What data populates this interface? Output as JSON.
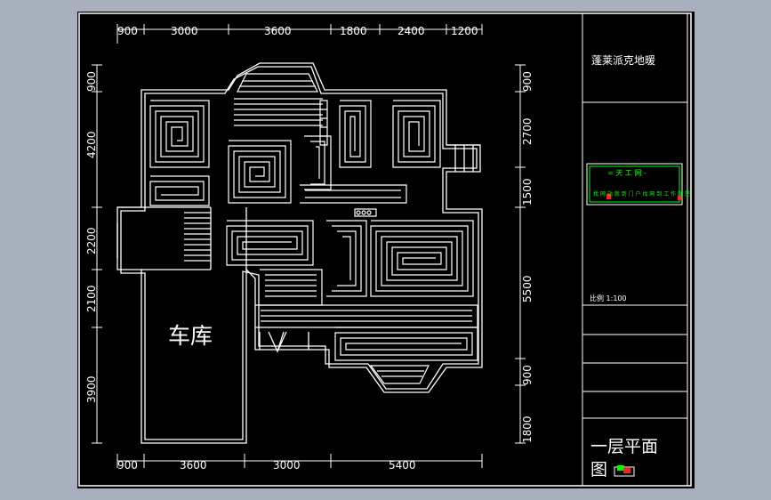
{
  "drawing": {
    "dims_top": [
      "900",
      "3000",
      "3600",
      "1800",
      "2400",
      "1200"
    ],
    "dims_bottom": [
      "900",
      "3600",
      "3000",
      "5400"
    ],
    "dims_left": [
      "900",
      "4200",
      "2200",
      "2100",
      "3900"
    ],
    "dims_right": [
      "900",
      "2700",
      "1500",
      "5500",
      "900",
      "1800"
    ],
    "garage_label": "车库"
  },
  "title_block": {
    "company": "蓬莱派克地暖",
    "stamp_title": "= 天 工 网 -",
    "stamp_line": "找 网 站 就 到 门 户  找 网 到 工 作 就 是",
    "scale": "比例  1:100",
    "drawing_title": "一层平面图"
  },
  "colors": {
    "background": "#000000",
    "frame_bg": "#a7b0bc",
    "line": "#ffffff",
    "stamp_green": "#00ff00",
    "stamp_red": "#ff2020"
  }
}
